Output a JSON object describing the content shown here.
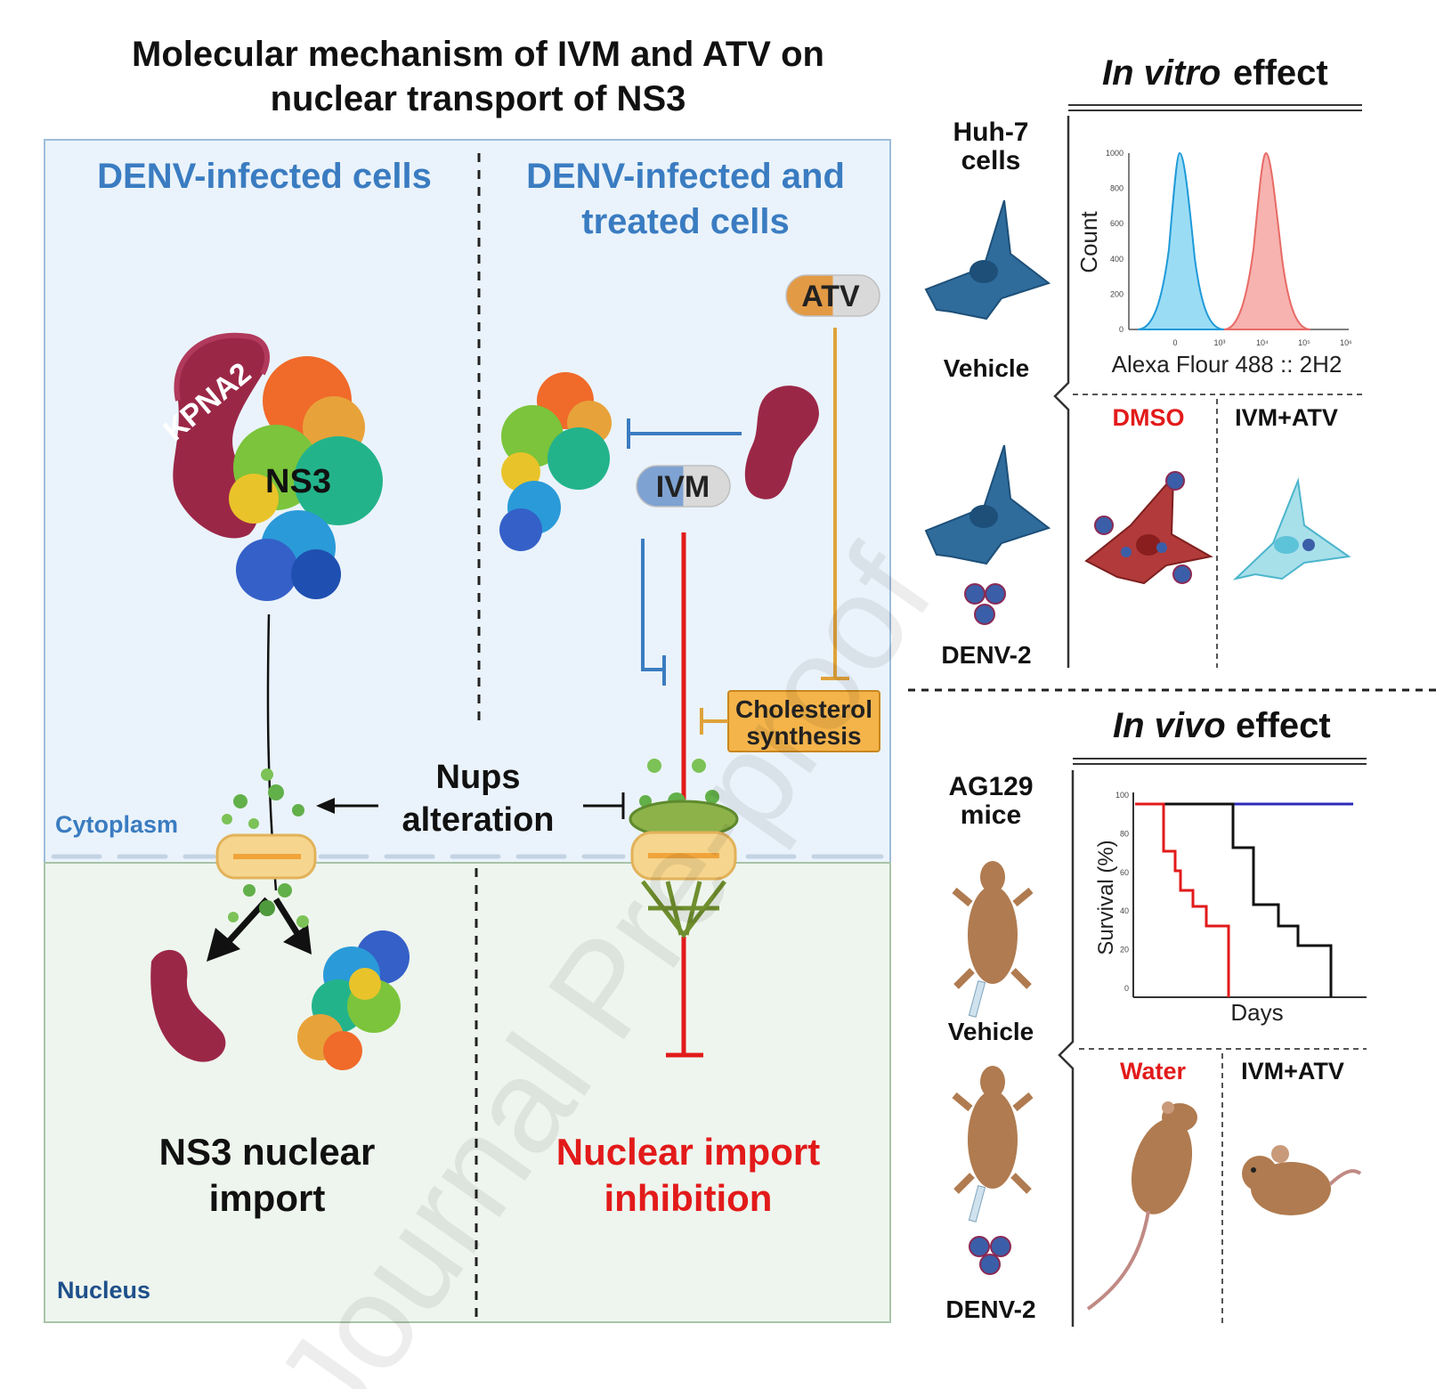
{
  "title": {
    "line1": "Molecular mechanism of IVM and ATV on",
    "line2": "nuclear transport of NS3"
  },
  "left": {
    "infected_title": "DENV-infected cells",
    "treated_title_1": "DENV-infected and",
    "treated_title_2": "treated cells",
    "kpna2": "KPNA2",
    "ns3": "NS3",
    "atv": "ATV",
    "ivm": "IVM",
    "cholesterol_1": "Cholesterol",
    "cholesterol_2": "synthesis",
    "nups_1": "Nups",
    "nups_2": "alteration",
    "cytoplasm": "Cytoplasm",
    "nucleus": "Nucleus",
    "result_left_1": "NS3 nuclear",
    "result_left_2": "import",
    "result_right_1": "Nuclear import",
    "result_right_2": "inhibition"
  },
  "in_vitro": {
    "heading_italic": "In vitro",
    "heading_rest": "effect",
    "cells_1": "Huh-7",
    "cells_2": "cells",
    "vehicle": "Vehicle",
    "denv": "DENV-2",
    "dmso": "DMSO",
    "ivm_atv": "IVM+ATV",
    "histogram": {
      "ylabel": "Count",
      "xlabel": "Alexa Flour 488 :: 2H2",
      "yticks": [
        "0",
        "200",
        "400",
        "600",
        "800",
        "1000"
      ],
      "xticks": [
        "0",
        "10³",
        "10⁴",
        "10⁵",
        "10⁶"
      ]
    }
  },
  "in_vivo": {
    "heading_italic": "In vivo",
    "heading_rest": "effect",
    "mice_1": "AG129",
    "mice_2": "mice",
    "vehicle": "Vehicle",
    "denv": "DENV-2",
    "water": "Water",
    "ivm_atv": "IVM+ATV",
    "survival": {
      "ylabel": "Survival (%)",
      "xlabel": "Days",
      "yticks": [
        "0",
        "20",
        "40",
        "60",
        "80",
        "100"
      ]
    }
  },
  "watermark": "Journal Pre-proof",
  "colors": {
    "blue_title": "#3a7cc1",
    "red": "#e21a1a",
    "atv_orange": "#e0a23a",
    "ivm_blue": "#6f97c9",
    "kpna2": "#9b2747"
  }
}
